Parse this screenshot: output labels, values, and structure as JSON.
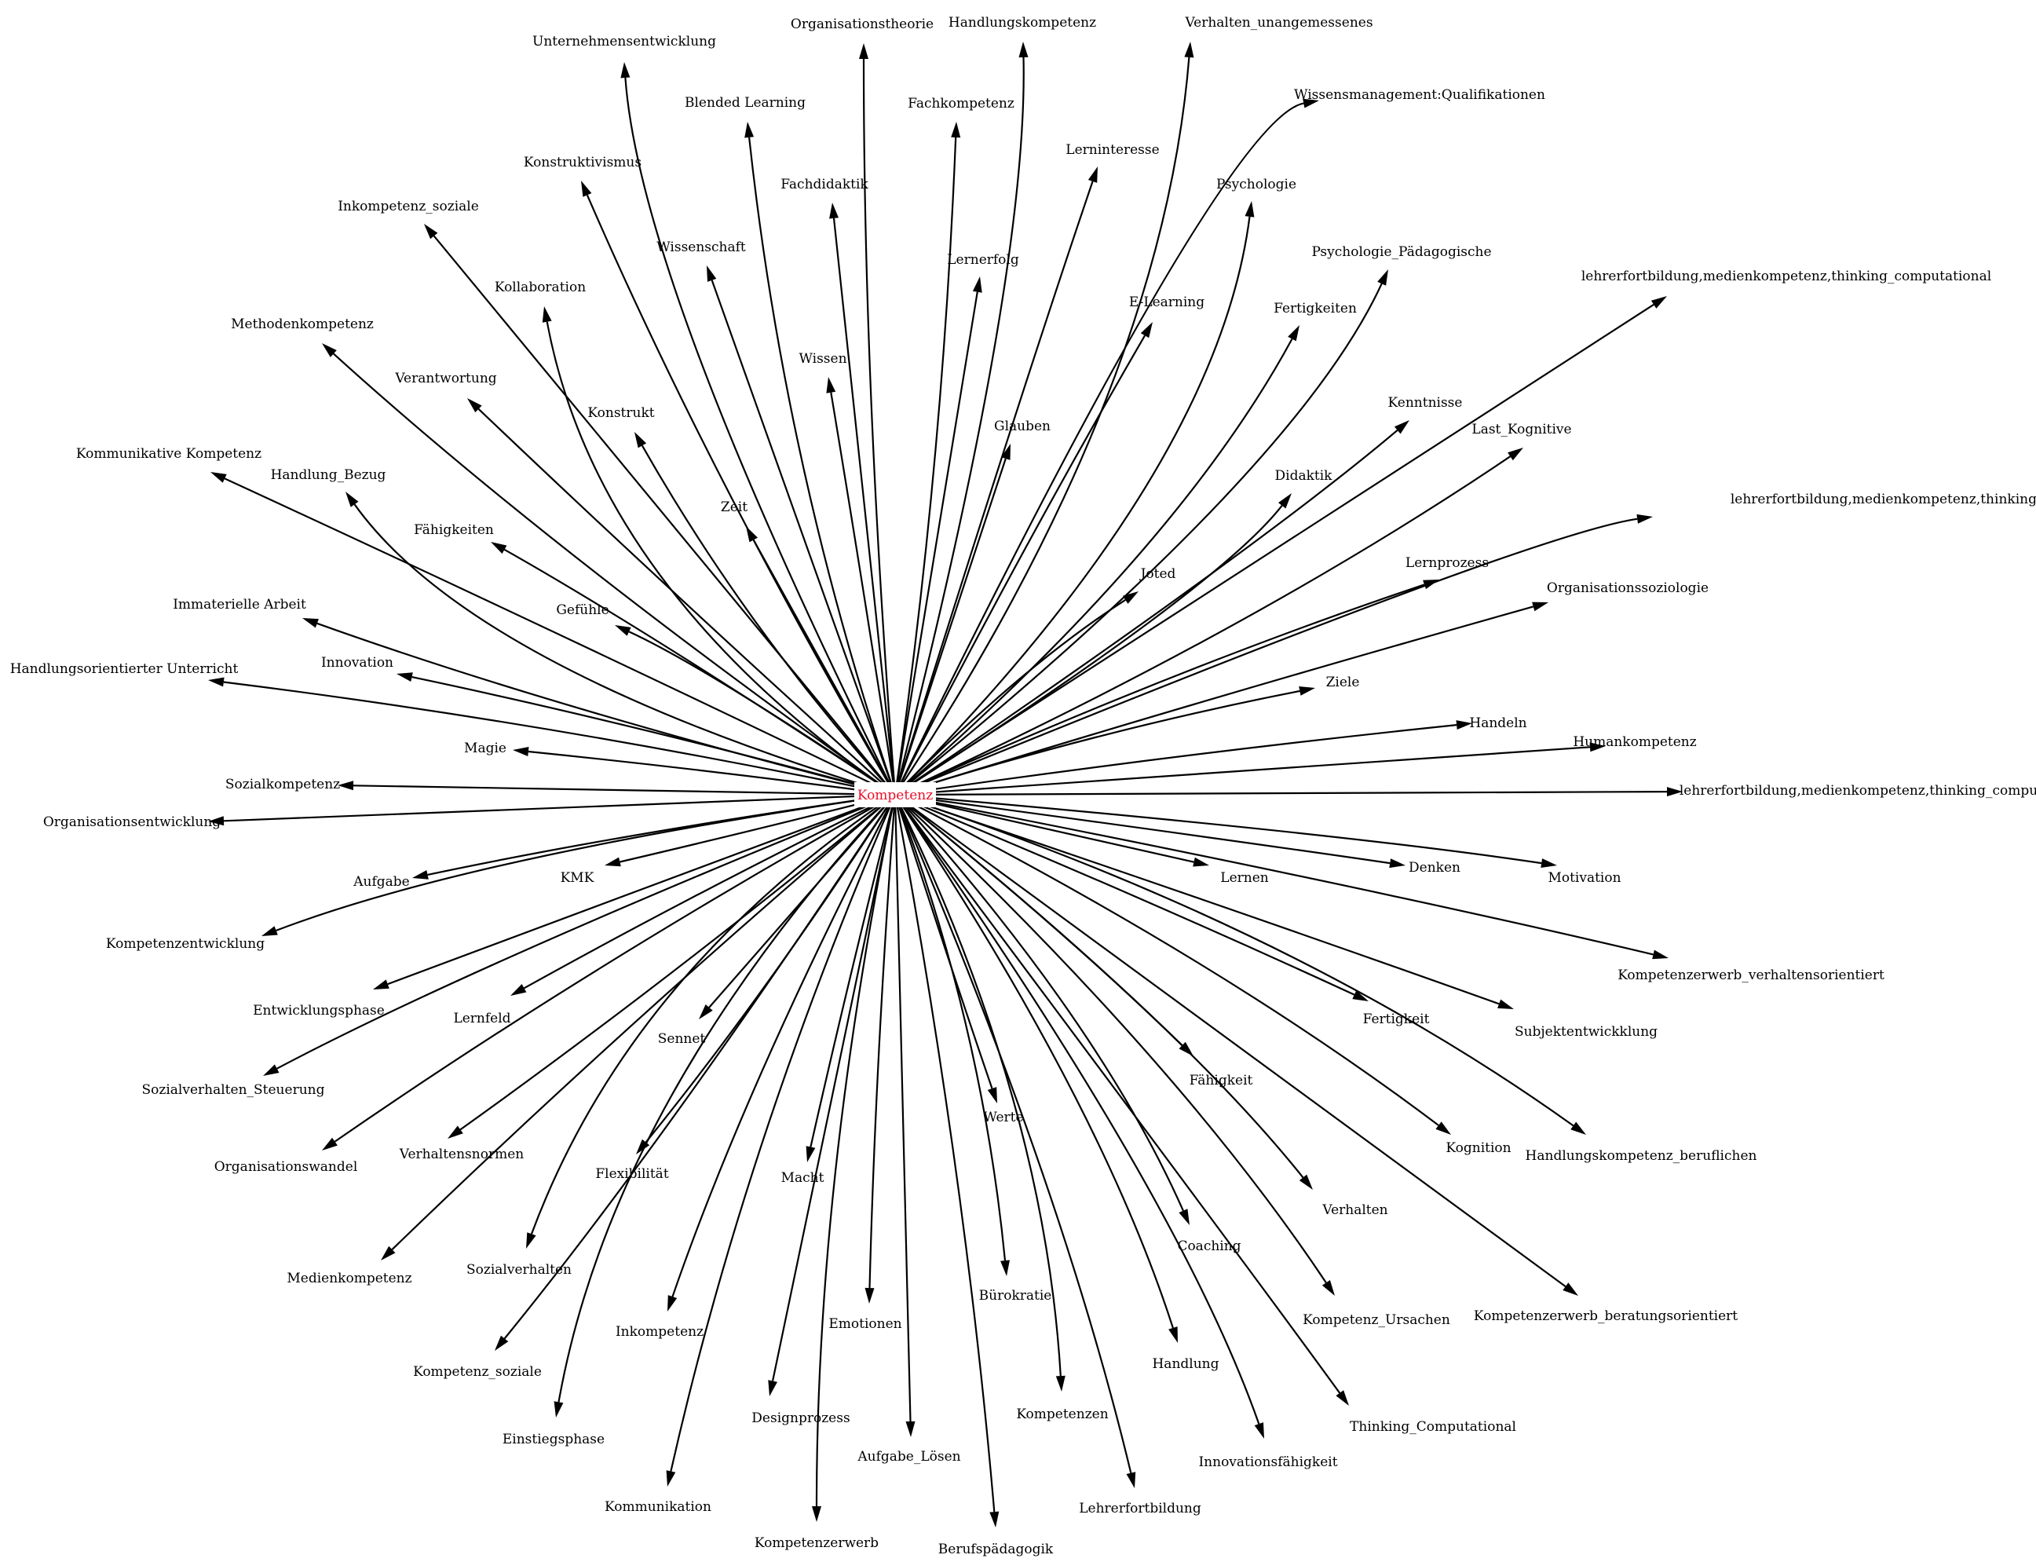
{
  "center": {
    "label": "Kompetenz",
    "color": "#e8102a"
  },
  "edge_color": "#000000",
  "nodes": [
    "Unternehmensentwicklung",
    "Organisationstheorie",
    "Handlungskompetenz",
    "Verhalten_unangemessenes",
    "Wissensmanagement:Qualifikationen",
    "Blended Learning",
    "Fachkompetenz",
    "Konstruktivismus",
    "Lerninteresse",
    "Fachdidaktik",
    "Psychologie",
    "Inkompetenz_soziale",
    "Wissenschaft",
    "Psychologie_Pädagogische",
    "Lernerfolg",
    "lehrerfortbildung,medienkompetenz,thinking_computational",
    "Kollaboration",
    "E-Learning",
    "Fertigkeiten",
    "Methodenkompetenz",
    "Wissen",
    "Verantwortung",
    "Kenntnisse",
    "Konstrukt",
    "Glauben",
    "Last_Kognitive",
    "Kommunikative Kompetenz",
    "Handlung_Bezug",
    "Didaktik",
    "lehrerfortbildung,medienkompetenz,thinking_computational",
    "Zeit",
    "Fähigkeiten",
    "Lernprozess",
    "Joted",
    "Organisationssoziologie",
    "Immaterielle Arbeit",
    "Gefühle",
    "Innovation",
    "Handlungsorientierter Unterricht",
    "Ziele",
    "Handeln",
    "Humankompetenz",
    "Magie",
    "Sozialkompetenz",
    "lehrerfortbildung,medienkompetenz,thinking_computational",
    "Organisationsentwicklung",
    "Aufgabe",
    "KMK",
    "Lernen",
    "Denken",
    "Motivation",
    "Kompetenzentwicklung",
    "Kompetenzerwerb_verhaltensorientiert",
    "Entwicklungsphase",
    "Lernfeld",
    "Fertigkeit",
    "Subjektentwickklung",
    "Sennet",
    "Sozialverhalten_Steuerung",
    "Fähigkeit",
    "Werte",
    "Kognition",
    "Handlungskompetenz_beruflichen",
    "Verhaltensnormen",
    "Organisationswandel",
    "Flexibilität",
    "Macht",
    "Verhalten",
    "Coaching",
    "Medienkompetenz",
    "Sozialverhalten",
    "Bürokratie",
    "Kompetenz_Ursachen",
    "Kompetenzerwerb_beratungsorientiert",
    "Emotionen",
    "Inkompetenz",
    "Handlung",
    "Kompetenz_soziale",
    "Kompetenzen",
    "Designprozess",
    "Thinking_Computational",
    "Einstiegsphase",
    "Innovationsfähigkeit",
    "Aufgabe_Lösen",
    "Lehrerfortbildung",
    "Kommunikation",
    "Kompetenzerwerb",
    "Berufspädagogik"
  ]
}
